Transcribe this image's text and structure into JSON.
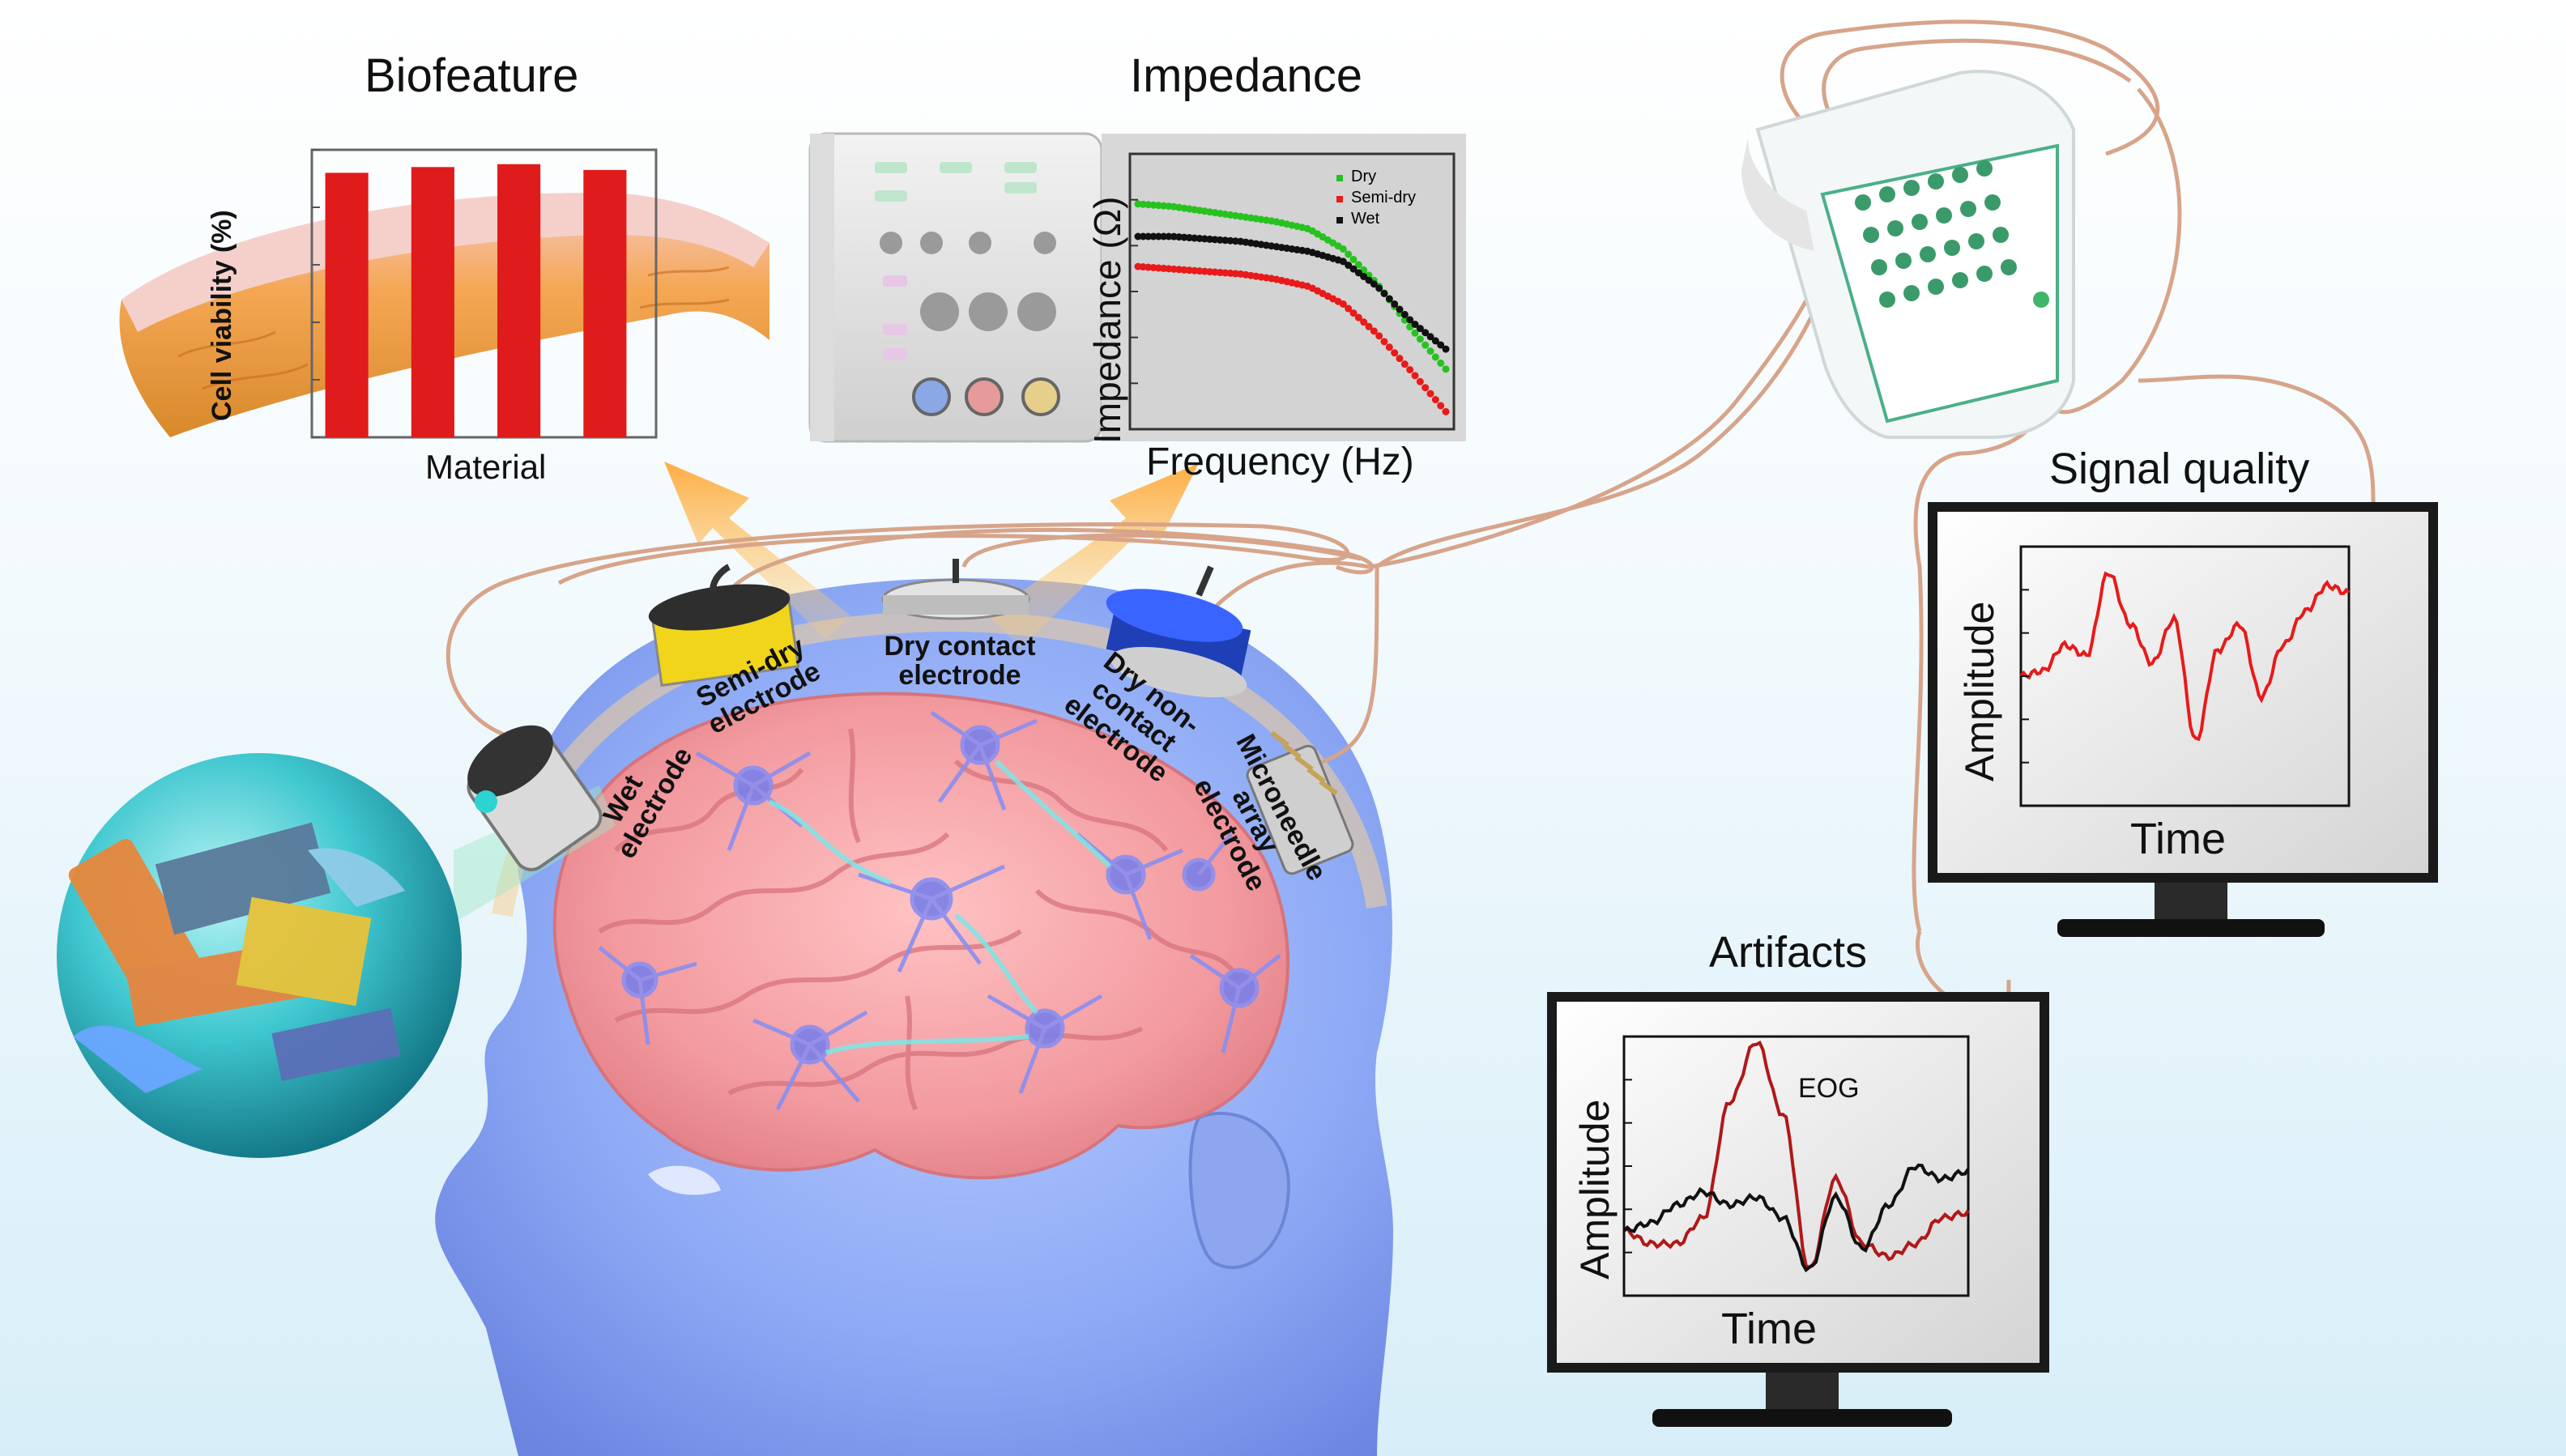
{
  "biofeature": {
    "title": "Biofeature",
    "ylabel": "Cell viability (%)",
    "xlabel": "Material"
  },
  "impedance": {
    "title": "Impedance",
    "ylabel": "Impedance (Ω)",
    "xlabel": "Frequency (Hz)",
    "legend": [
      "Dry",
      "Semi-dry",
      "Wet"
    ]
  },
  "signal_quality": {
    "title": "Signal quality",
    "ylabel": "Amplitude",
    "xlabel": "Time"
  },
  "artifacts": {
    "title": "Artifacts",
    "ylabel": "Amplitude",
    "xlabel": "Time",
    "annotation": "EOG"
  },
  "electrodes": {
    "wet": "Wet electrode",
    "semi_dry": "Semi-dry electrode",
    "dry_contact": "Dry contact electrode",
    "dry_noncontact": "Dry non-contact electrode",
    "microneedle": "Microneedle array electrode"
  },
  "colors": {
    "bar_red": "#e01b1b",
    "series_dry": "#27c21f",
    "series_semidry": "#e81a1a",
    "series_wet": "#111111",
    "brain_pink": "#f2a3a6",
    "head_blue": "#8fb0f5",
    "wire": "#d9a58a",
    "arrow_orange": "#ffb347",
    "sphere_teal": "#39c4cf"
  },
  "chart_data": [
    {
      "type": "bar",
      "title": "Biofeature",
      "xlabel": "Material",
      "ylabel": "Cell viability (%)",
      "categories": [
        "",
        "",
        "",
        ""
      ],
      "values": [
        92,
        94,
        95,
        93
      ],
      "ylim": [
        0,
        100
      ]
    },
    {
      "type": "line",
      "title": "Impedance",
      "xlabel": "Frequency (Hz)",
      "ylabel": "Impedance (Ω)",
      "series": [
        {
          "name": "Dry",
          "values": [
            0.8,
            0.79,
            0.77,
            0.75,
            0.73,
            0.7,
            0.62,
            0.48,
            0.3,
            0.14
          ]
        },
        {
          "name": "Semi-dry",
          "values": [
            0.55,
            0.54,
            0.53,
            0.52,
            0.5,
            0.47,
            0.4,
            0.28,
            0.13,
            -0.03
          ]
        },
        {
          "name": "Wet",
          "values": [
            0.67,
            0.67,
            0.66,
            0.65,
            0.63,
            0.61,
            0.57,
            0.47,
            0.33,
            0.22
          ]
        }
      ],
      "x": [
        1,
        2,
        3,
        4,
        5,
        6,
        7,
        8,
        9,
        10
      ]
    },
    {
      "type": "line",
      "title": "Signal quality",
      "xlabel": "Time",
      "ylabel": "Amplitude",
      "series": [
        {
          "name": "",
          "values": [
            0.5,
            0.52,
            0.62,
            0.58,
            0.9,
            0.7,
            0.55,
            0.72,
            0.25,
            0.6,
            0.7,
            0.42,
            0.62,
            0.75,
            0.85,
            0.82
          ]
        }
      ]
    },
    {
      "type": "line",
      "title": "Artifacts",
      "xlabel": "Time",
      "ylabel": "Amplitude",
      "series": [
        {
          "name": "",
          "values": [
            0.25,
            0.2,
            0.2,
            0.3,
            0.75,
            0.98,
            0.7,
            0.1,
            0.45,
            0.2,
            0.15,
            0.2,
            0.3,
            0.32
          ]
        },
        {
          "name": "",
          "values": [
            0.25,
            0.28,
            0.35,
            0.4,
            0.35,
            0.38,
            0.3,
            0.1,
            0.38,
            0.18,
            0.35,
            0.5,
            0.45,
            0.48
          ]
        }
      ],
      "annotations": [
        "EOG"
      ]
    }
  ]
}
